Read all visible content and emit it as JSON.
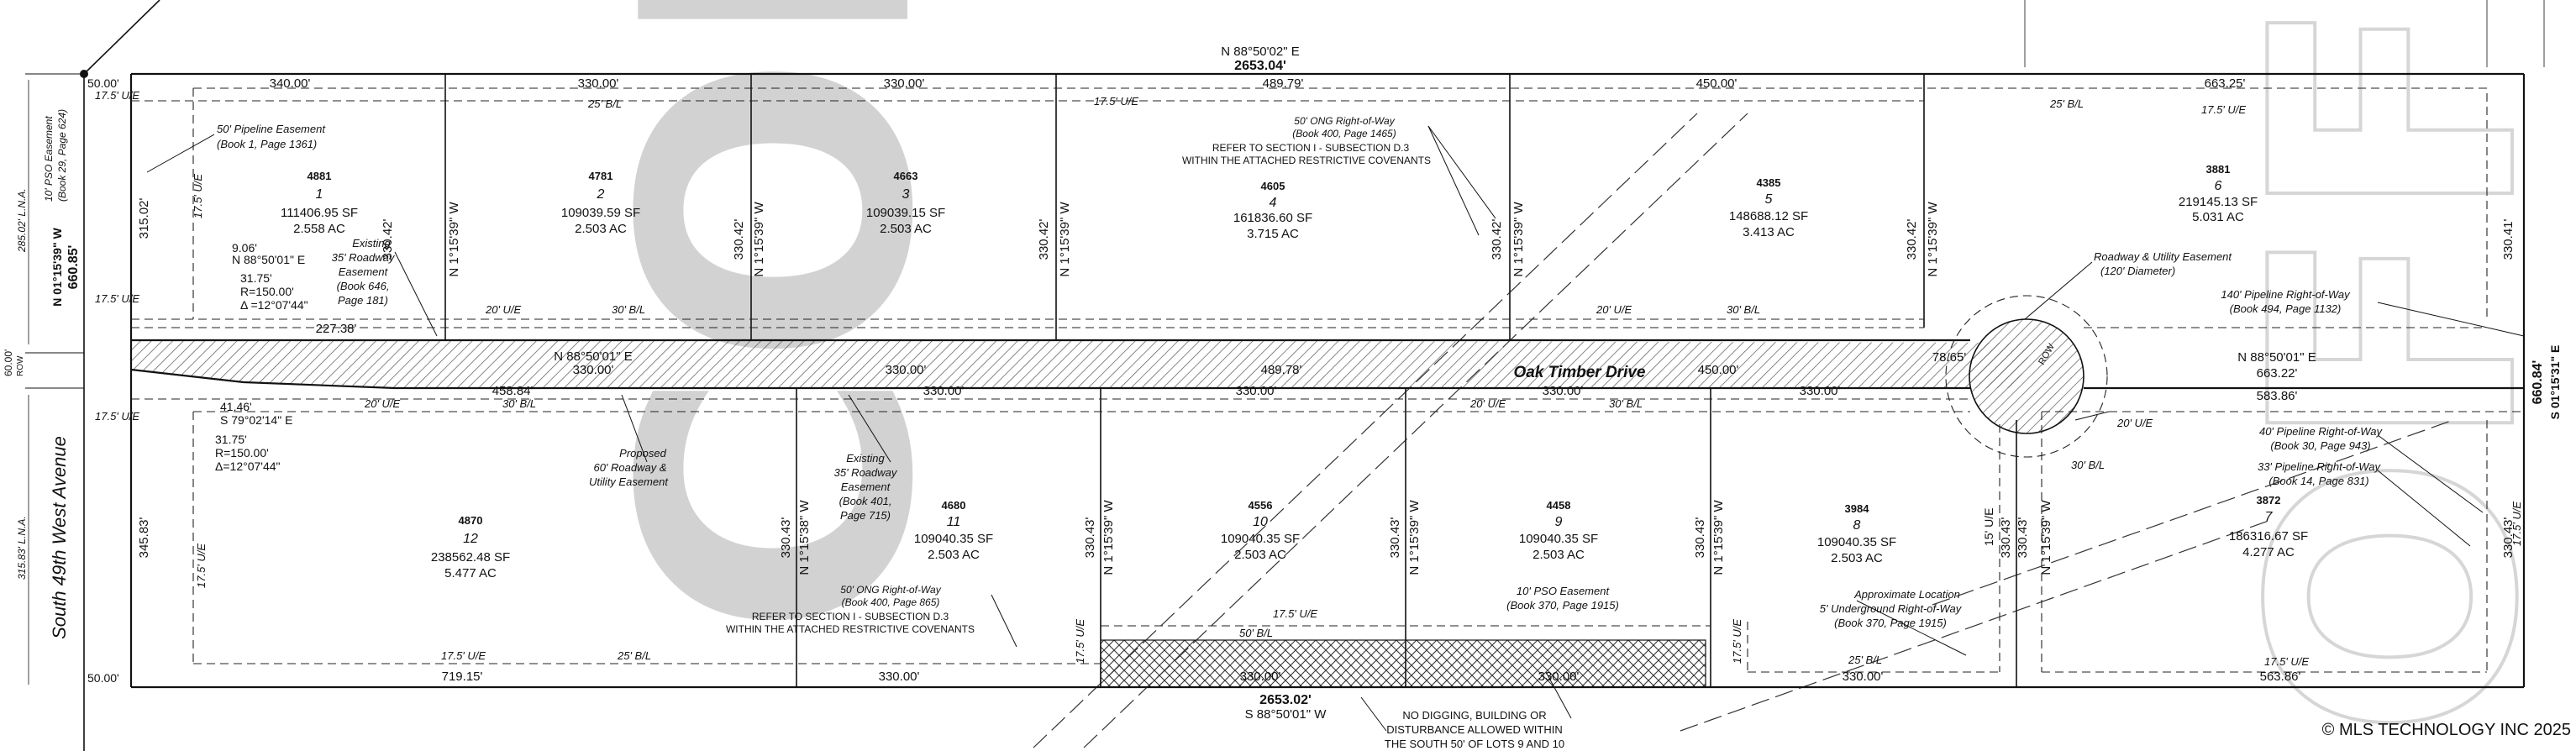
{
  "title_north": "N 88°50'02\" E",
  "dist_north": "2653.04'",
  "dist_south": "2653.02'",
  "title_south": "S 88°50'01\" W",
  "copyright": "© MLS TECHNOLOGY INC 2025",
  "street": "Oak Timber Drive",
  "west_road": "South 49th West Avenue",
  "west_bearing": "N 01°15'39\" W",
  "west_dist": "660.85'",
  "east_bearing": "S 01°15'31\" E",
  "east_dist": "660.84'",
  "watermark": [
    "COPY",
    "OFFICIAL"
  ],
  "colors": {
    "line": "#111111",
    "hatch": "#555555",
    "watermark": "#d2d2d2"
  },
  "lots": [
    {
      "addr": "4881",
      "num": "1",
      "sf": "111406.95 SF",
      "ac": "2.558 AC"
    },
    {
      "addr": "4781",
      "num": "2",
      "sf": "109039.59 SF",
      "ac": "2.503 AC"
    },
    {
      "addr": "4663",
      "num": "3",
      "sf": "109039.15 SF",
      "ac": "2.503 AC"
    },
    {
      "addr": "4605",
      "num": "4",
      "sf": "161836.60 SF",
      "ac": "3.715 AC"
    },
    {
      "addr": "4385",
      "num": "5",
      "sf": "148688.12 SF",
      "ac": "3.413 AC"
    },
    {
      "addr": "3881",
      "num": "6",
      "sf": "219145.13 SF",
      "ac": "5.031 AC"
    },
    {
      "addr": "3872",
      "num": "7",
      "sf": "186316.67 SF",
      "ac": "4.277 AC"
    },
    {
      "addr": "3984",
      "num": "8",
      "sf": "109040.35 SF",
      "ac": "2.503 AC"
    },
    {
      "addr": "4458",
      "num": "9",
      "sf": "109040.35 SF",
      "ac": "2.503 AC"
    },
    {
      "addr": "4556",
      "num": "10",
      "sf": "109040.35 SF",
      "ac": "2.503 AC"
    },
    {
      "addr": "4680",
      "num": "11",
      "sf": "109040.35 SF",
      "ac": "2.503 AC"
    },
    {
      "addr": "4870",
      "num": "12",
      "sf": "238562.48 SF",
      "ac": "5.477 AC"
    }
  ],
  "top_dims": [
    "340.00'",
    "330.00'",
    "330.00'",
    "489.79'",
    "450.00'",
    "663.25'"
  ],
  "bottom_dims": [
    "719.15'",
    "330.00'",
    "330.00'",
    "330.00'",
    "330.00'",
    "563.86'"
  ],
  "road_north_dims": [
    "227.38'",
    "N 88°50'01\" E",
    "330.00'",
    "330.00'",
    "489.78'",
    "450.00'",
    "78.65'",
    "N 88°50'01\" E",
    "663.22'"
  ],
  "road_south_dims": [
    "458.84'",
    "330.00'",
    "330.00'",
    "330.00'",
    "330.00'",
    "583.86'"
  ],
  "depth_north": [
    "315.02'",
    "330.42'",
    "330.42'",
    "330.42'",
    "330.42'",
    "330.42'",
    "330.41'"
  ],
  "depth_south": [
    "345.83'",
    "330.43'",
    "330.43'",
    "330.43'",
    "330.43'",
    "330.43'",
    "330.43'",
    "330.43'"
  ],
  "lot_bearing": "N 1°15'39\" W",
  "lot_bearing_alt": "N 1°15'38\" W",
  "small_dims": [
    "50.00'",
    "50.00'",
    "60.00'",
    "9.06'",
    "41.46'",
    "15' U/E"
  ],
  "curve_north": [
    "N 88°50'01\" E",
    "31.75'",
    "R=150.00'",
    "Δ =12°07'44\""
  ],
  "curve_south": [
    "S 79°02'14\" E",
    "31.75'",
    "R=150.00'",
    "Δ=12°07'44\""
  ],
  "easements": {
    "ue_17": "17.5' U/E",
    "ue_20": "20' U/E",
    "bl_25": "25' B/L",
    "bl_30": "30' B/L",
    "bl_50": "50' B/L",
    "row_west": "ROW",
    "row_cul": "ROW",
    "pipeline50": [
      "50' Pipeline Easement",
      "(Book 1, Page 1361)"
    ],
    "pso_west": [
      "10' PSO Easement",
      "(Book 29, Page 624)"
    ],
    "west_ln_n": "285.02' L.N.A.",
    "west_ln_s": "315.83' L.N.A.",
    "road35_n": [
      "Existing",
      "35' Roadway",
      "Easement",
      "(Book 646,",
      "Page 181)"
    ],
    "road60": [
      "Proposed",
      "60' Roadway &",
      "Utility Easement"
    ],
    "road35_s": [
      "Existing",
      "35' Roadway",
      "Easement",
      "(Book 401,",
      "Page 715)"
    ],
    "ong_n": [
      "50' ONG Right-of-Way",
      "(Book 400, Page 1465)",
      "REFER TO SECTION I - SUBSECTION D.3",
      "WITHIN THE ATTACHED RESTRICTIVE COVENANTS"
    ],
    "ong_s": [
      "50' ONG Right-of-Way",
      "(Book 400, Page 865)",
      "REFER TO SECTION I - SUBSECTION D.3",
      "WITHIN THE ATTACHED RESTRICTIVE COVENANTS"
    ],
    "cul": [
      "Roadway & Utility Easement",
      "(120' Diameter)"
    ],
    "pipe140": [
      "140' Pipeline Right-of-Way",
      "(Book 494, Page 1132)"
    ],
    "pipe40": [
      "40' Pipeline Right-of-Way",
      "(Book 30, Page 943)"
    ],
    "pipe33": [
      "33' Pipeline Right-of-Way",
      "(Book 14, Page 831)"
    ],
    "pso10": [
      "10' PSO Easement",
      "(Book 370, Page 1915)"
    ],
    "ug5": [
      "Approximate Location",
      "5' Underground Right-of-Way",
      "(Book 370, Page 1915)"
    ],
    "nodig": [
      "NO DIGGING, BUILDING OR",
      "DISTURBANCE ALLOWED WITHIN",
      "THE SOUTH 50' OF LOTS 9 AND 10"
    ]
  }
}
